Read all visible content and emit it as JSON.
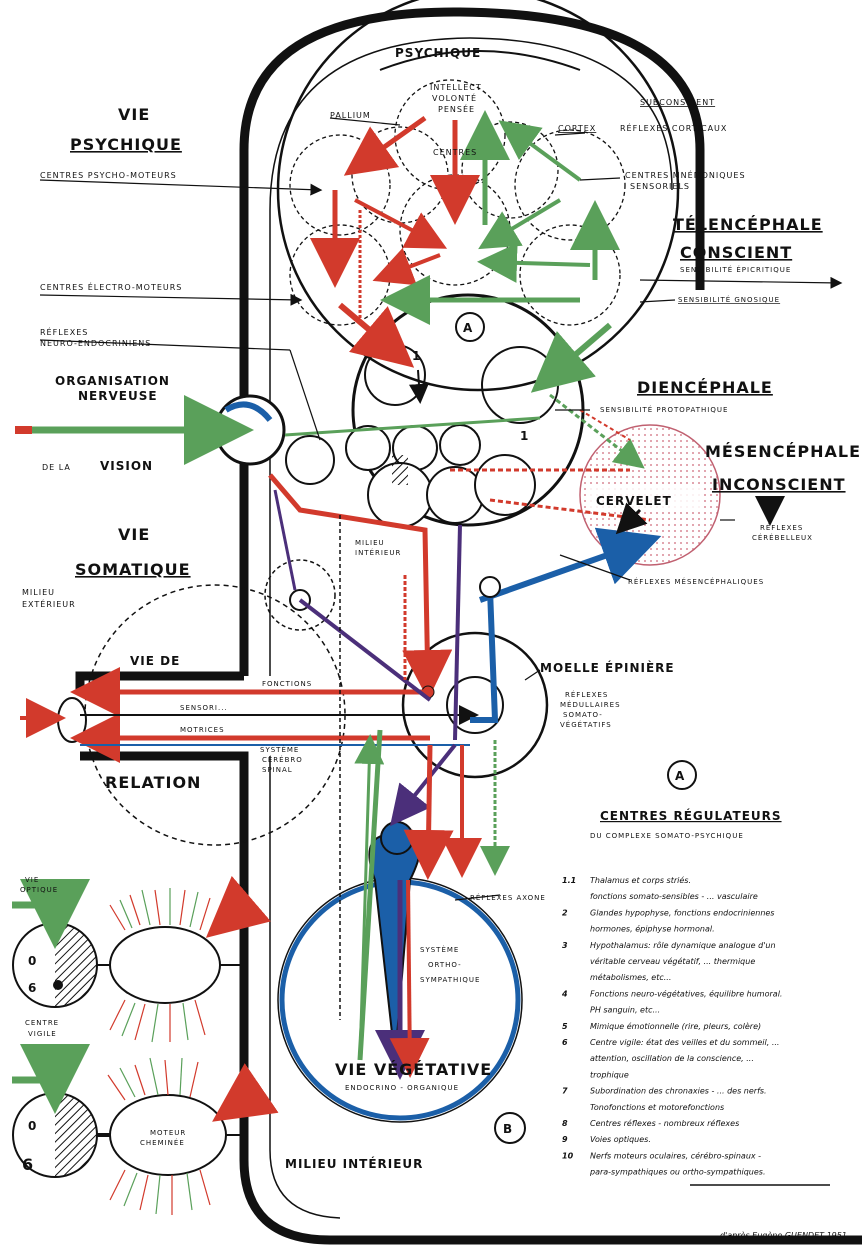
{
  "labels": {
    "psychique": "PSYCHIQUE",
    "vie_psychique_1": "VIE",
    "vie_psychique_2": "PSYCHIQUE",
    "centres_psycho_moteurs": "CENTRES PSYCHO-MOTEURS",
    "pallium": "PALLIUM",
    "intellect": "INTELLECT",
    "volonte": "VOLONTÉ",
    "pensee": "PENSÉE",
    "centres": "CENTRES",
    "subconscient": "SUBCONSCIENT",
    "cortex": "CORTEX",
    "reflexes_corticaux": "RÉFLEXES CORTICAUX",
    "centres_mnemoniques": "CENTRES MNÉMONIQUES",
    "sensoriels": "SENSORIELS",
    "telencephale": "TÉLENCÉPHALE",
    "conscient": "CONSCIENT",
    "sensibilite_epicritique": "SENSIBILITÉ ÉPICRITIQUE",
    "sensibilite_gnosique": "SENSIBILITÉ GNOSIQUE",
    "centres_electro_moteurs": "CENTRES ÉLECTRO-MOTEURS",
    "reflexes_neuro_1": "RÉFLEXES",
    "reflexes_neuro_2": "NEURO-ENDOCRINIENS",
    "organisation_1": "ORGANISATION",
    "organisation_2": "NERVEUSE",
    "de_la_vision": "DE LA VISION",
    "diencephale": "DIENCÉPHALE",
    "sensibilite_protopathique": "SENSIBILITÉ PROTOPATHIQUE",
    "mesencephale": "MÉSENCÉPHALE",
    "inconscient": "INCONSCIENT",
    "cervelet": "CERVELET",
    "reflexes_cerebelleux_1": "RÉFLEXES",
    "reflexes_cerebelleux_2": "CÉRÉBELLEUX",
    "reflexes_mesencephaliques": "RÉFLEXES MÉSENCÉPHALIQUES",
    "vie_somatique_1": "VIE",
    "vie_somatique_2": "SOMATIQUE",
    "milieu_exterieur_1": "MILIEU",
    "milieu_exterieur_2": "EXTÉRIEUR",
    "milieu_interieur_small_1": "MILIEU",
    "milieu_interieur_small_2": "INTÉRIEUR",
    "vie_de": "VIE DE",
    "relation": "RELATION",
    "fonctions": "FONCTIONS",
    "sensorielles": "SENSORI...",
    "motrices": "MOTRICES",
    "systeme_cerebro_spinal_1": "SYSTÈME",
    "systeme_cerebro_spinal_2": "CÉRÉBRO",
    "systeme_cerebro_spinal_3": "SPINAL",
    "moelle_epiniere": "MOELLE ÉPINIÈRE",
    "reflexes_moelle_1": "RÉFLEXES",
    "reflexes_moelle_2": "MÉDULLAIRES",
    "reflexes_moelle_3": "SOMATO-",
    "reflexes_moelle_4": "VÉGÉTATIFS",
    "reflexes_axone": "RÉFLEXES AXONE",
    "systeme_ortho_1": "SYSTÈME",
    "systeme_ortho_2": "ORTHO-",
    "systeme_ortho_3": "SYMPATHIQUE",
    "vie_vegetative": "VIE VÉGÉTATIVE",
    "vie_vegetative_sub": "ENDOCRINO - ORGANIQUE",
    "milieu_interieur": "MILIEU INTÉRIEUR",
    "vie_optique_1": "VIE",
    "vie_optique_2": "OPTIQUE",
    "centre_vigile_1": "CENTRE",
    "centre_vigile_2": "VIGILE",
    "moteur_1": "MOTEUR",
    "moteur_2": "CHEMINÉE",
    "b_badge": "B",
    "a_badge": "A",
    "one_a": "1",
    "one_b": "1",
    "six_a": "6",
    "six_b": "6",
    "zero_a": "0",
    "zero_b": "0",
    "signature": "d'après Eugène GUENDET 1951"
  },
  "legend": {
    "badge": "A",
    "title": "CENTRES RÉGULATEURS",
    "subtitle": "DU COMPLEXE SOMATO-PSYCHIQUE",
    "items": [
      {
        "num": "1.1",
        "text": "Thalamus et corps striés."
      },
      {
        "num": "",
        "text": "fonctions somato-sensibles - ... vasculaire"
      },
      {
        "num": "2",
        "text": "Glandes hypophyse, fonctions endocriniennes"
      },
      {
        "num": "",
        "text": "hormones, épiphyse hormonal."
      },
      {
        "num": "3",
        "text": "Hypothalamus: rôle dynamique analogue d'un"
      },
      {
        "num": "",
        "text": "véritable cerveau végétatif, ... thermique"
      },
      {
        "num": "",
        "text": "métabolismes, etc..."
      },
      {
        "num": "4",
        "text": "Fonctions neuro-végétatives, équilibre humoral."
      },
      {
        "num": "",
        "text": "PH sanguin, etc..."
      },
      {
        "num": "5",
        "text": "Mimique émotionnelle (rire, pleurs, colère)"
      },
      {
        "num": "6",
        "text": "Centre vigile: état des veilles et du sommeil, ..."
      },
      {
        "num": "",
        "text": "attention, oscillation de la conscience, ..."
      },
      {
        "num": "",
        "text": "trophique"
      },
      {
        "num": "7",
        "text": "Subordination des chronaxies - ... des nerfs."
      },
      {
        "num": "",
        "text": "Tonofonctions et motorefonctions"
      },
      {
        "num": "8",
        "text": "Centres réflexes - nombreux réflexes"
      },
      {
        "num": "9",
        "text": "Voies optiques."
      },
      {
        "num": "10",
        "text": "Nerfs moteurs oculaires, cérébro-spinaux -"
      },
      {
        "num": "",
        "text": "para-sympathiques ou ortho-sympathiques."
      }
    ]
  },
  "colors": {
    "red": "#d23a2c",
    "green": "#5aa05a",
    "blue": "#1b5fa8",
    "purple": "#4b2f7a",
    "black": "#111111",
    "pink": "#f4c9cf"
  }
}
